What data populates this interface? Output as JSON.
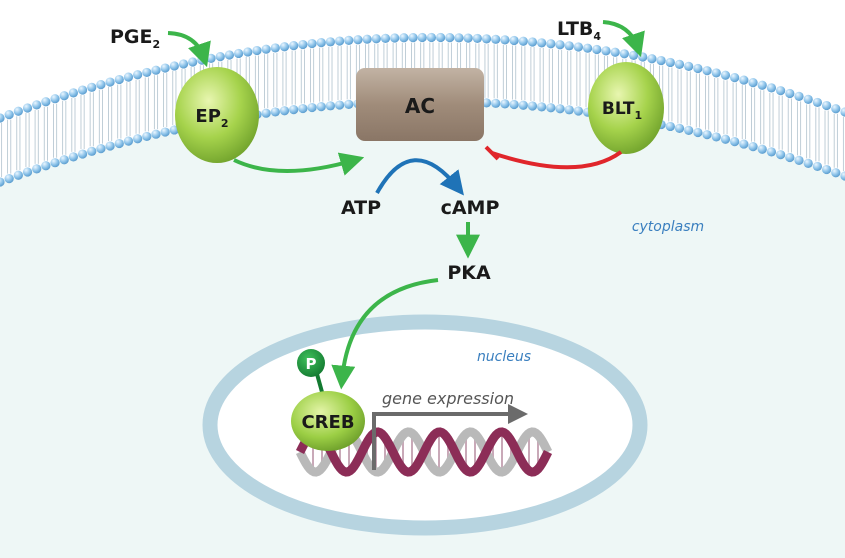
{
  "membrane": {
    "adenylyl_cyclase": "AC",
    "ep_receptor": {
      "base": "EP",
      "sub": "2"
    },
    "blt_receptor": {
      "base": "BLT",
      "sub": "1"
    }
  },
  "ligands": {
    "pge": {
      "base": "PGE",
      "sub": "2"
    },
    "ltb": {
      "base": "LTB",
      "sub": "4"
    }
  },
  "cytoplasm": {
    "region_label": "cytoplasm",
    "atp": "ATP",
    "camp": "cAMP",
    "pka": "PKA"
  },
  "nucleus": {
    "region_label": "nucleus",
    "creb": "CREB",
    "phospho": "P",
    "gene_expression": "gene expression"
  },
  "colors": {
    "activation": "#3cb54a",
    "inhibition": "#e0262b",
    "conversion": "#1f73b7",
    "receptor": "#9ccf45",
    "ac_body": "#a89685",
    "membrane_head": "#8ec4ea",
    "cytoplasm_fill": "#eef7f6",
    "nuclear_envelope": "#b7d4e0",
    "dna": "#8c2d57",
    "transcription_arrow": "#6b6b6b",
    "region_text": "#3a7fbf"
  }
}
